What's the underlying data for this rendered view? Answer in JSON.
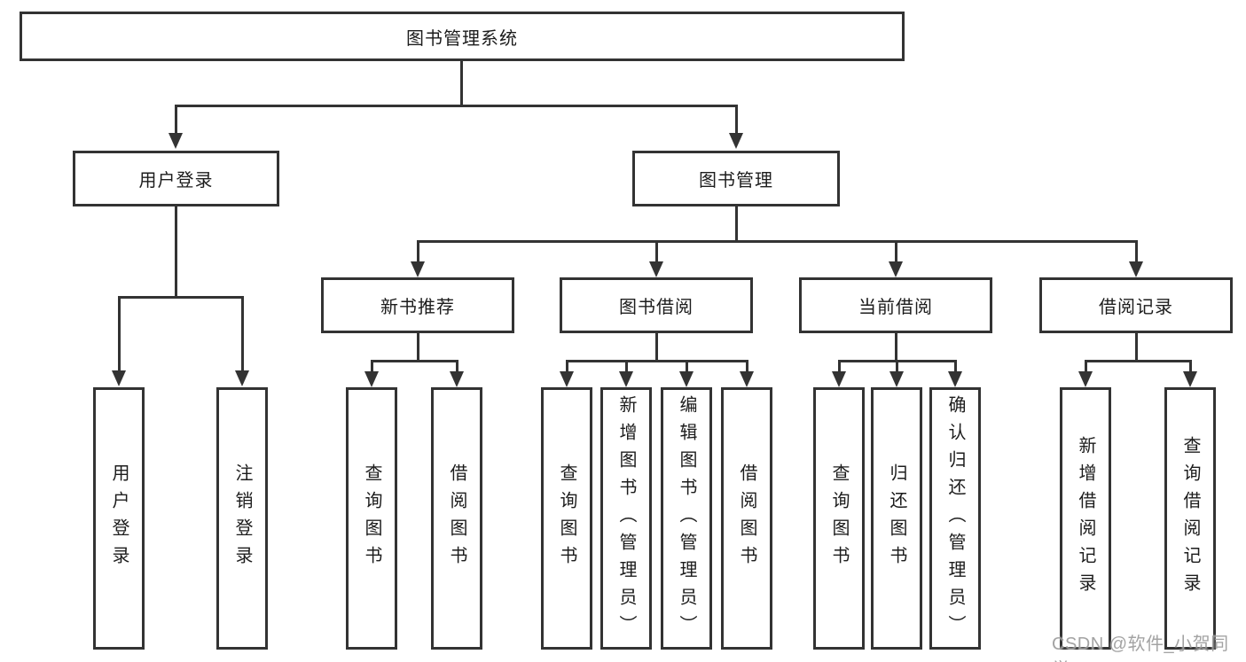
{
  "nodes": {
    "root": "图书管理系统",
    "user_login": "用户登录",
    "book_manage": "图书管理",
    "new_books": "新书推荐",
    "book_borrow": "图书借阅",
    "current_borrow": "当前借阅",
    "borrow_records": "借阅记录"
  },
  "leaves": [
    "用户登录",
    "注销登录",
    "查询图书",
    "借阅图书",
    "查询图书",
    "新增图书（管理员）",
    "编辑图书（管理员）",
    "借阅图书",
    "查询图书",
    "归还图书",
    "确认归还（管理员）",
    "新增借阅记录",
    "查询借阅记录"
  ],
  "watermark": "CSDN @软件_小贺同学",
  "colors": {
    "line": "#333333",
    "text": "#1c1c1c",
    "background": "#ffffff",
    "watermark": "#969696"
  }
}
